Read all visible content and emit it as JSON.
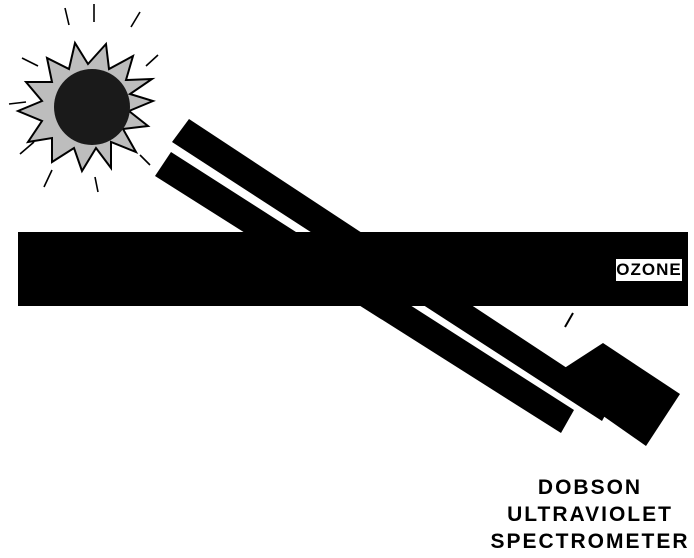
{
  "diagram": {
    "layer_label": "OZONE",
    "instrument_label_lines": [
      "DOBSON",
      "ULTRAVIOLET",
      "SPECTROMETER"
    ],
    "colors": {
      "ink": "#000000",
      "background": "#ffffff",
      "sun_halo": "#bdbdbd",
      "sun_core": "#1a1a1a"
    }
  }
}
